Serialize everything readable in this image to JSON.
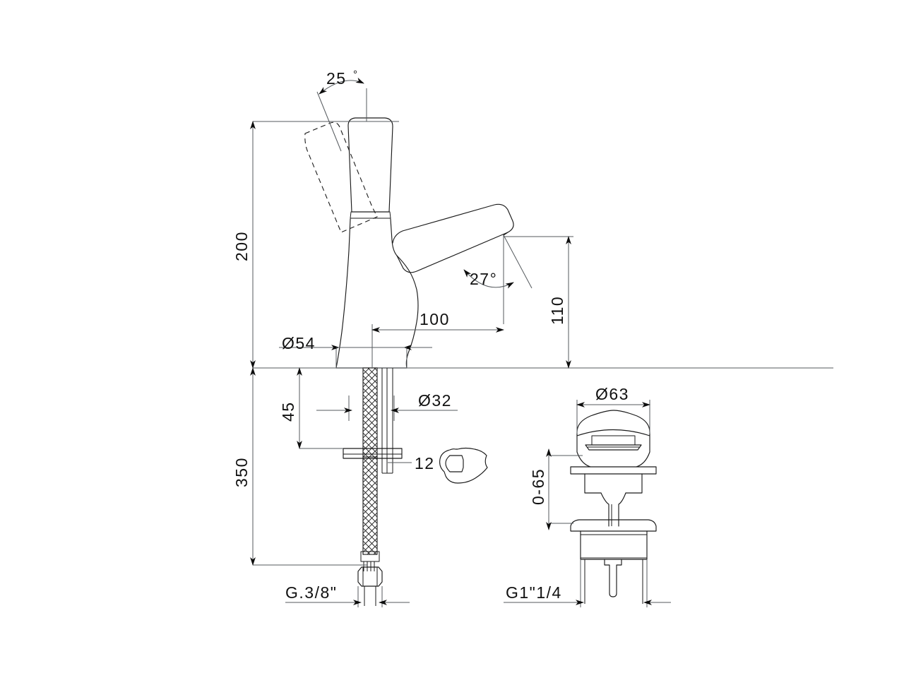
{
  "drawing": {
    "title": "Single-lever basin mixer technical dimension drawing",
    "units": "mm",
    "line_color": "#1a1a1a",
    "dim_color": "#555a5e",
    "background": "#ffffff"
  },
  "dimensions": {
    "handle_angle": "25",
    "handle_angle_symbol": "°",
    "spout_angle": "27°",
    "height_total": "200",
    "spout_height": "110",
    "spout_reach": "100",
    "base_diameter": "Ø54",
    "shank_diameter": "Ø32",
    "mount_thickness": "45",
    "hose_length": "350",
    "wrench_size": "12",
    "inlet_thread": "G.3/8\"",
    "drain_cap_diameter": "Ø63",
    "drain_adjust_range": "0-65",
    "drain_thread": "G1\"1/4"
  },
  "labels": {
    "wrench_icon": "open-end-wrench",
    "hose_pattern": "braided-flex-hose",
    "handle_alt_position": "dashed-handle-open-position"
  }
}
